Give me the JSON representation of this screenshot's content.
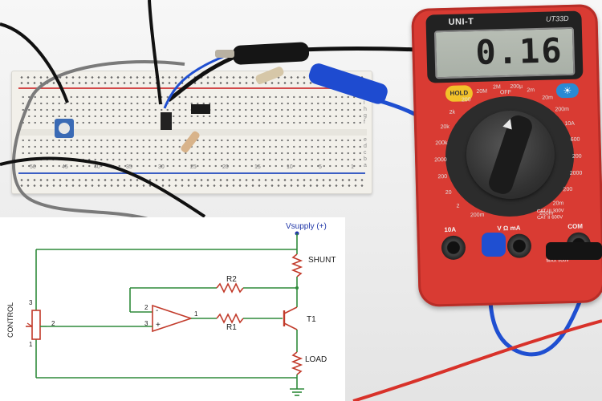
{
  "multimeter": {
    "brand": "UNI-T",
    "model": "UT33D",
    "reading": "0.16",
    "hold_label": "HOLD",
    "light_symbol": "☀",
    "range_labels": [
      "200m",
      "2",
      "20",
      "200",
      "2000",
      "200k",
      "20k",
      "2k",
      "200",
      "20M",
      "2M",
      "200µ",
      "2m",
      "20m",
      "200m",
      "10A",
      "600",
      "200",
      "2000",
      "200",
      "20m",
      "200m"
    ],
    "socket_labels": [
      "10A",
      "V Ω mA",
      "COM"
    ],
    "socket_notes": [
      "CAT II 600V",
      "CAT III 300V",
      "MAX 500V"
    ],
    "off_label": "OFF"
  },
  "breadboard": {
    "column_numbers": [
      "50",
      "45",
      "40",
      "35",
      "30",
      "25",
      "20",
      "15",
      "10",
      "5",
      "1"
    ],
    "row_letters_top": [
      "j",
      "i",
      "h",
      "g",
      "f"
    ],
    "row_letters_bottom": [
      "e",
      "d",
      "c",
      "b",
      "a"
    ]
  },
  "schematic": {
    "vsupply_label": "Vsupply (+)",
    "control_label": "CONTROL",
    "shunt_label": "SHUNT",
    "load_label": "LOAD",
    "r1_label": "R1",
    "r2_label": "R2",
    "t1_label": "T1",
    "pot_pin1": "1",
    "pot_pin2": "2",
    "pot_pin3": "3",
    "opamp_pin_inv": "2",
    "opamp_pin_noninv": "3",
    "opamp_pin_out": "1",
    "opamp_minus": "-",
    "opamp_plus": "+"
  },
  "colors": {
    "meter_red": "#d93b33",
    "wire_blue": "#1f4fd1",
    "wire_black": "#111111",
    "wire_red": "#d8322a",
    "wire_gray": "#7a7a7a",
    "schematic_green": "#2f8a3a",
    "schematic_red": "#c23a2a",
    "schematic_blue": "#1f36a8"
  }
}
